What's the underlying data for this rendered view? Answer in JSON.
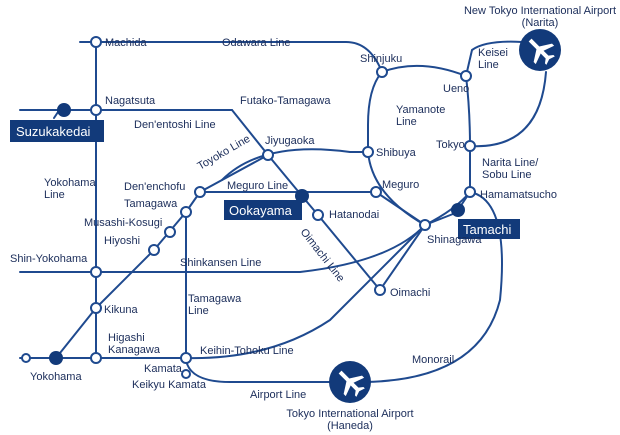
{
  "colors": {
    "line": "#1f4a8f",
    "major_station": "#123a7a",
    "badge_text": "#ffffff",
    "label_text": "#1b2d5a"
  },
  "lines": {
    "odawara": "Odawara Line",
    "futako": "Futako-Tamagawa",
    "denentoshi": "Den'entoshi Line",
    "yamanote": "Yamanote\nLine",
    "keisei": "Keisei\nLine",
    "narita_sobu": "Narita Line/\nSobu Line",
    "toyoko": "Toyoko Line",
    "meguro_line": "Meguro Line",
    "oimachi_line": "Oimachi Line",
    "yokohama_line": "Yokohama\nLine",
    "shinkansen": "Shinkansen Line",
    "tamagawa_line": "Tamagawa\nLine",
    "keihin": "Keihin-Tohoku Line",
    "monorail": "Monorail",
    "airport_line": "Airport Line"
  },
  "stations": {
    "machida": "Machida",
    "nagatsuta": "Nagatsuta",
    "shinjuku": "Shinjuku",
    "ueno": "Ueno",
    "jiyugaoka": "Jiyugaoka",
    "shibuya": "Shibuya",
    "tokyo": "Tokyo",
    "denenchofu": "Den'enchofu",
    "tamagawa": "Tamagawa",
    "musashikosugi": "Musashi-Kosugi",
    "hiyoshi": "Hiyoshi",
    "meguro": "Meguro",
    "hatanodai": "Hatanodai",
    "hamamatsucho": "Hamamatsucho",
    "shinagawa": "Shinagawa",
    "shinyokohama": "Shin-Yokohama",
    "oimachi": "Oimachi",
    "kikuna": "Kikuna",
    "higashikanagawa": "Higashi\nKanagawa",
    "yokohama": "Yokohama",
    "kamata": "Kamata",
    "keikyukamata": "Keikyu Kamata"
  },
  "highlights": {
    "suzukakedai": "Suzukakedai",
    "ookayama": "Ookayama",
    "tamachi": "Tamachi"
  },
  "airports": {
    "narita_name": "New Tokyo International Airport",
    "narita_sub": "(Narita)",
    "haneda_name": "Tokyo International Airport",
    "haneda_sub": "(Haneda)",
    "plane_icon": "airplane-icon"
  }
}
